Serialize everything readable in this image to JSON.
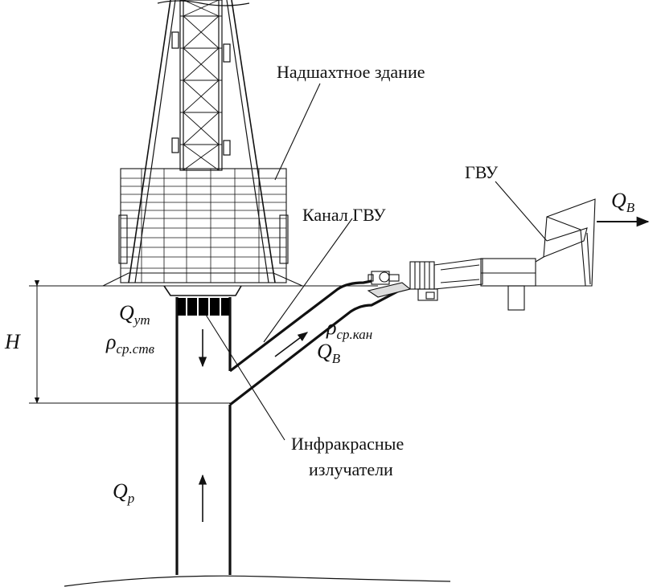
{
  "labels": {
    "building": "Надшахтное здание",
    "gvu": "ГВУ",
    "channel": "Канал ГВУ",
    "emitters_line1": "Инфракрасные",
    "emitters_line2": "излучатели",
    "height": "H"
  },
  "symbols": {
    "q_ut": {
      "base": "Q",
      "sub": "ут"
    },
    "rho_stv": {
      "base": "ρ",
      "sub": "ср.ств"
    },
    "rho_kan": {
      "base": "ρ",
      "sub": "ср.кан"
    },
    "q_b_channel": {
      "base": "Q",
      "sub": "В"
    },
    "q_b_out": {
      "base": "Q",
      "sub": "В"
    },
    "q_p": {
      "base": "Q",
      "sub": "р"
    }
  },
  "colors": {
    "line": "#111111",
    "emitter": "#000000",
    "background": "#ffffff"
  }
}
